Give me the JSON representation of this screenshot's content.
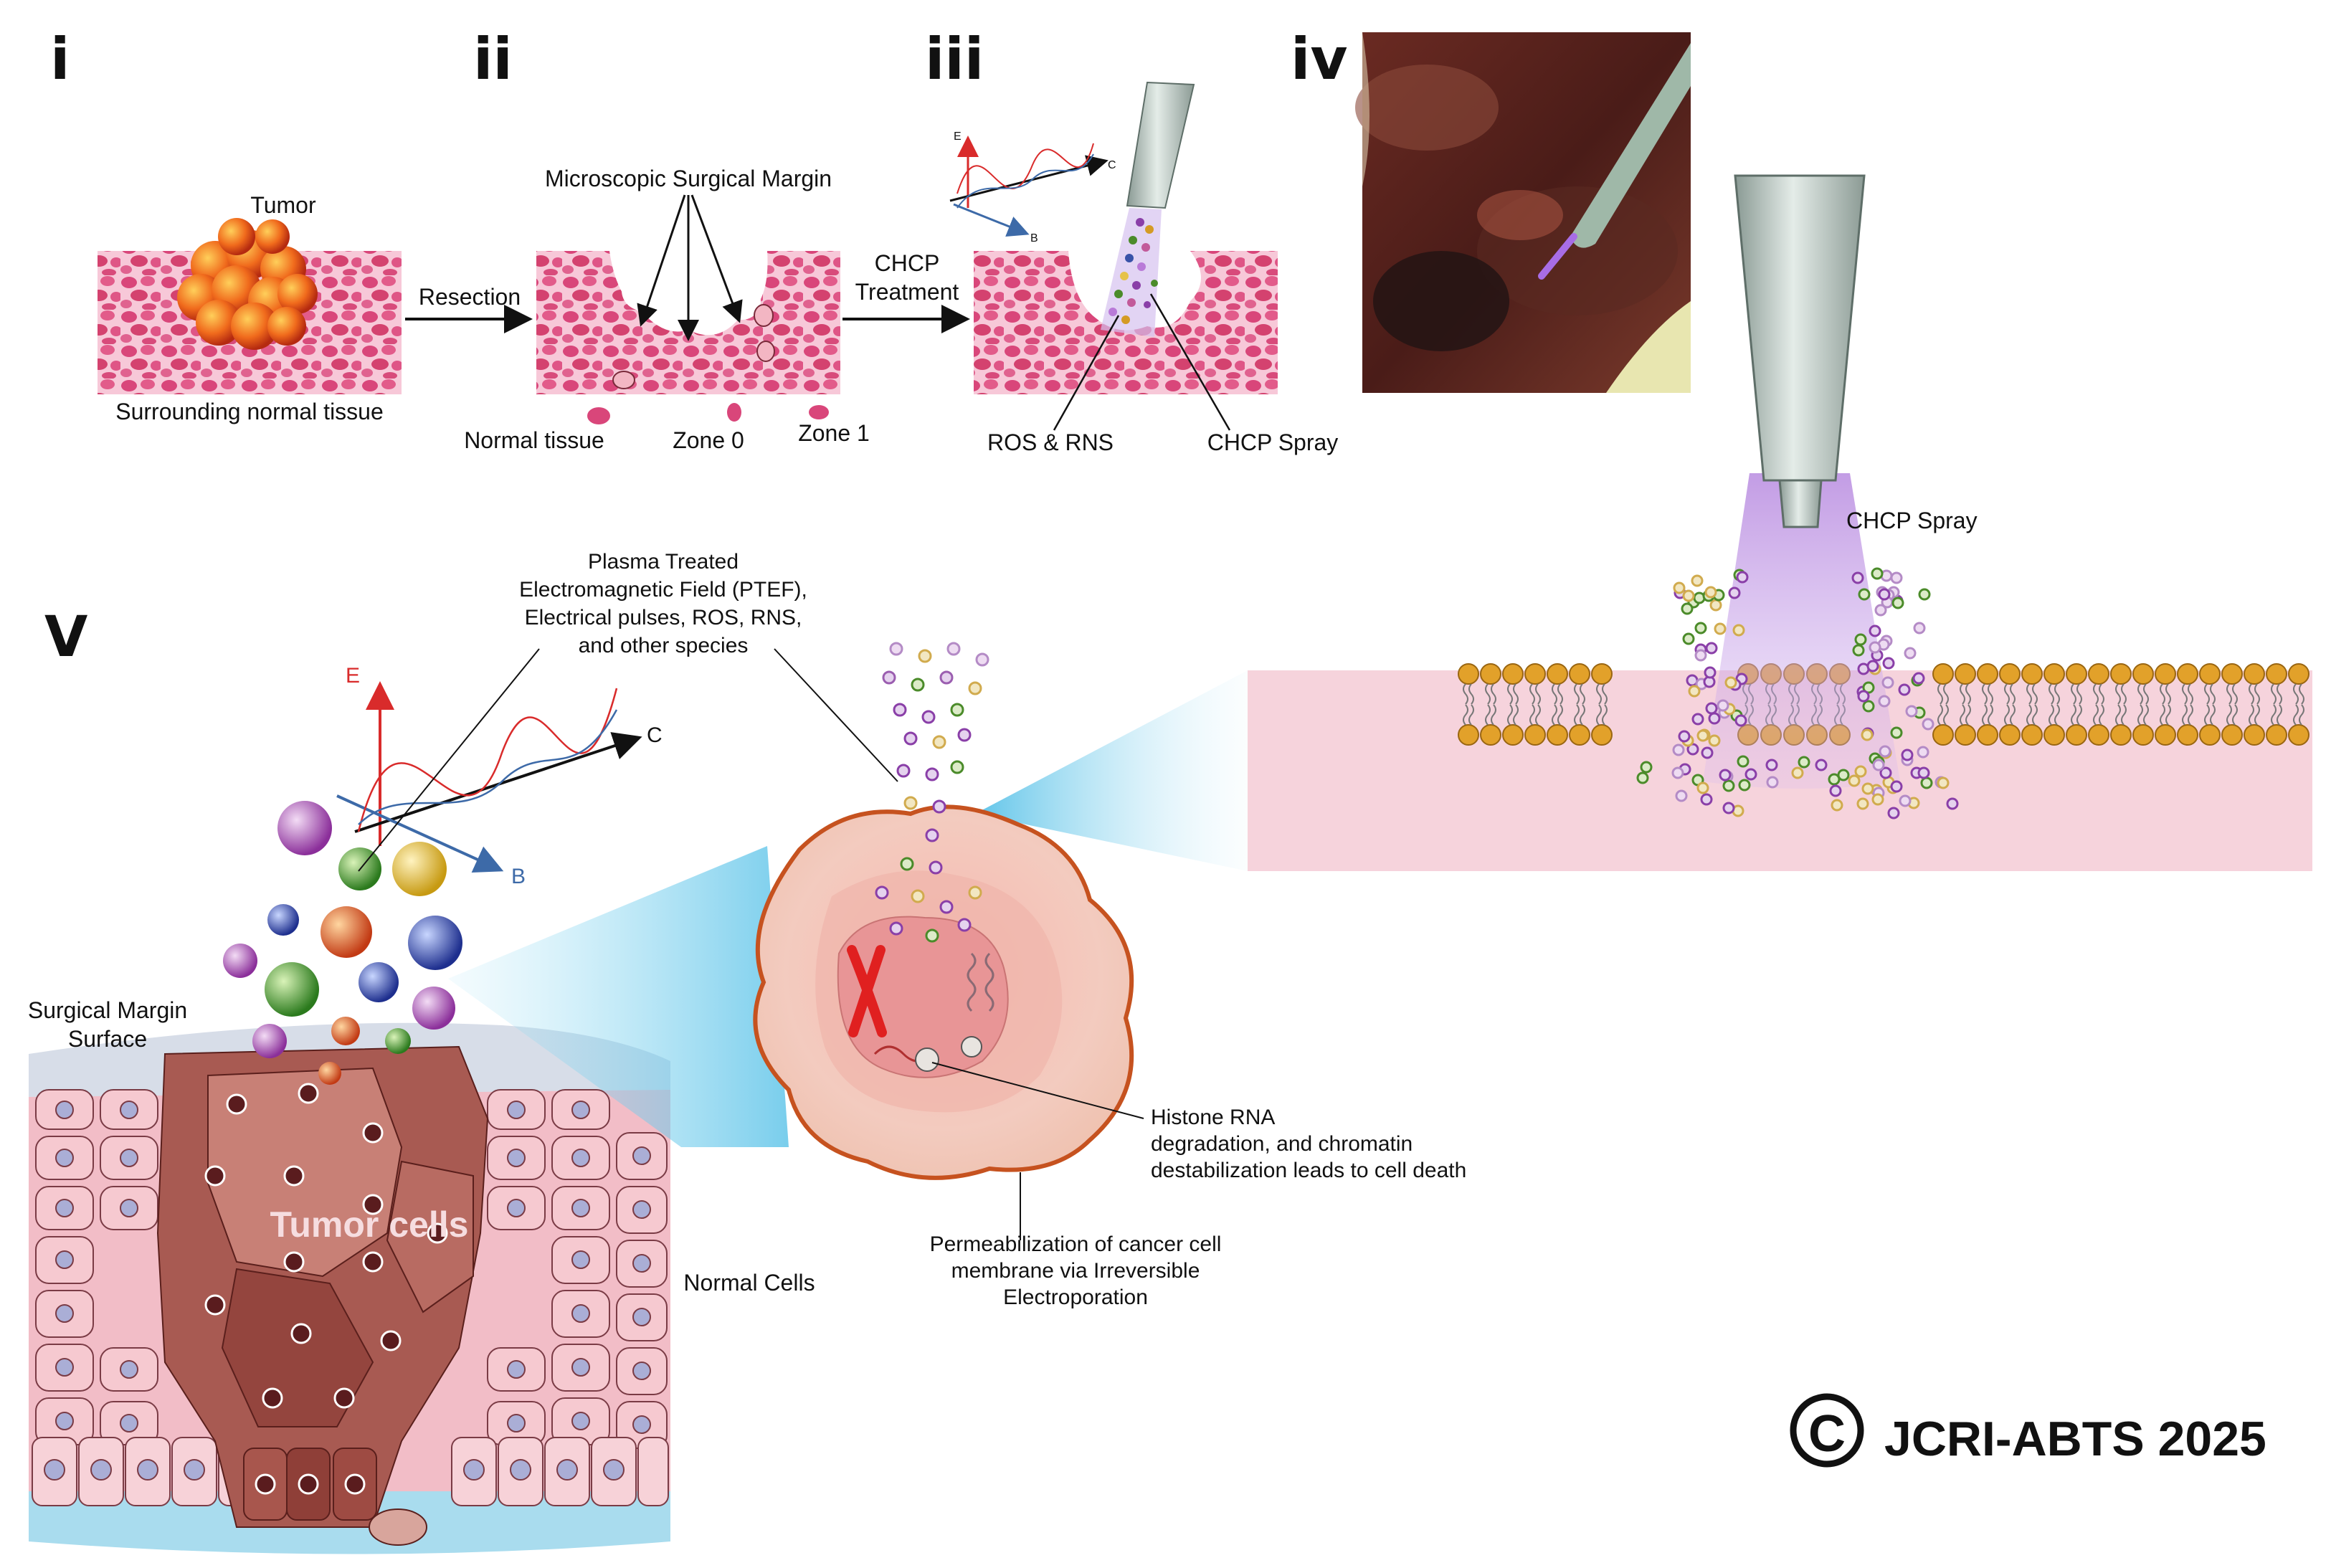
{
  "panels": {
    "i": {
      "id": "i",
      "tumor": "Tumor",
      "surrounding": "Surrounding normal tissue"
    },
    "ii": {
      "id": "ii",
      "margin": "Microscopic Surgical Margin",
      "arrow_label": "Resection",
      "legend": [
        "Normal tissue",
        "Zone 0",
        "Zone 1"
      ]
    },
    "iii": {
      "id": "iii",
      "arrow_label_line1": "CHCP",
      "arrow_label_line2": "Treatment",
      "ros": "ROS & RNS",
      "spray": "CHCP Spray",
      "axes": {
        "e": "E",
        "b": "B",
        "c": "C"
      }
    },
    "iv": {
      "id": "iv"
    },
    "v": {
      "id": "V",
      "field_label": [
        "Plasma Treated",
        "Electromagnetic Field (PTEF),",
        "Electrical pulses, ROS, RNS,",
        "and other species"
      ],
      "axes": {
        "e": "E",
        "b": "B",
        "c": "C"
      },
      "margin_surface": [
        "Surgical Margin",
        "Surface"
      ],
      "tumor_cells": "Tumor cells",
      "normal_cells": "Normal Cells",
      "histone": [
        "Histone RNA",
        "degradation, and chromatin",
        "destabilization leads to cell death"
      ],
      "permeabilization": [
        "Permeabilization of cancer cell",
        "membrane via Irreversible",
        "Electroporation"
      ],
      "spray": "CHCP Spray"
    }
  },
  "copyright": {
    "symbol": "©",
    "text": "JCRI-ABTS 2025"
  },
  "colors": {
    "tissue": "#e6709a",
    "tissue_bg": "#f6c4d6",
    "tumor": "#e0451b",
    "membrane_head": "#e2a12a",
    "membrane_band": "#f6d3dc",
    "spray": "#b28ad8",
    "cyan": "#58c3e8"
  }
}
